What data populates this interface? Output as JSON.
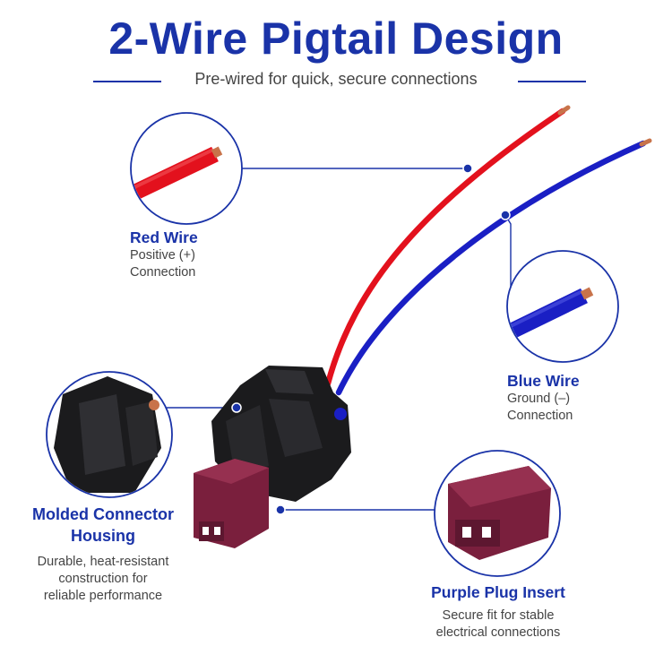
{
  "header": {
    "title": "2-Wire Pigtail Design",
    "subtitle": "Pre-wired for quick, secure connections"
  },
  "callouts": {
    "red_wire": {
      "title": "Red Wire",
      "desc_line1": "Positive (+)",
      "desc_line2": "Connection"
    },
    "blue_wire": {
      "title": "Blue Wire",
      "desc_line1": "Ground (–)",
      "desc_line2": "Connection"
    },
    "housing": {
      "title_line1": "Molded Connector",
      "title_line2": "Housing",
      "desc_line1": "Durable, heat-resistant",
      "desc_line2": "construction for",
      "desc_line3": "reliable performance"
    },
    "plug": {
      "title": "Purple Plug Insert",
      "desc_line1": "Secure fit for stable",
      "desc_line2": "electrical connections"
    }
  },
  "colors": {
    "accent": "#1a33a8",
    "red_wire": "#e3111d",
    "blue_wire": "#1a1fc4",
    "housing": "#1b1b1d",
    "plug": "#7a1f3d",
    "copper": "#c8734a"
  }
}
